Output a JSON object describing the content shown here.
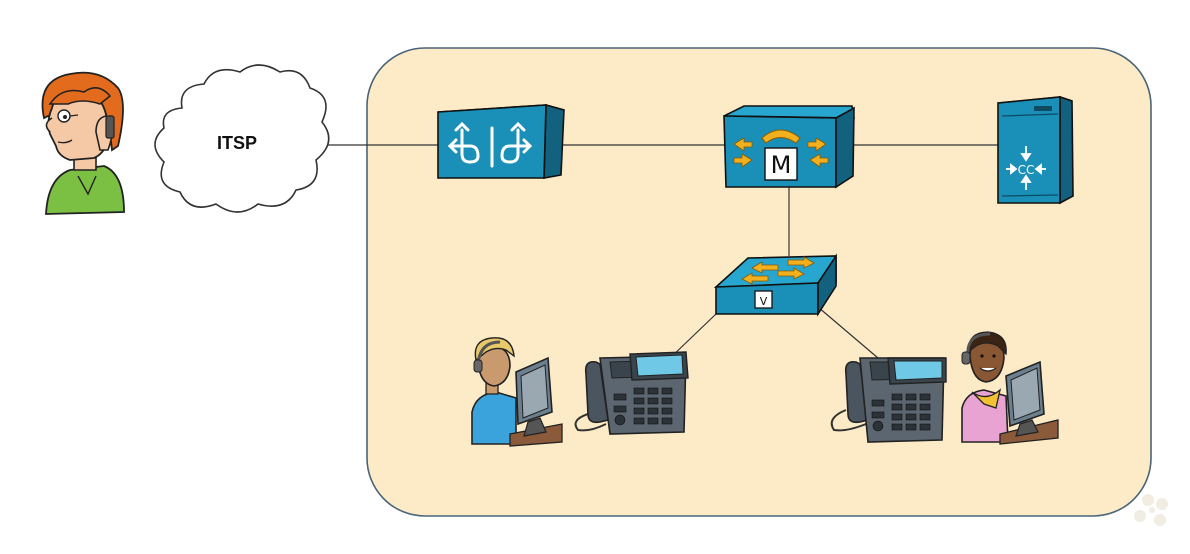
{
  "diagram": {
    "cloud_label": "ITSP",
    "switch_badge": "V",
    "cucm_badge": "M",
    "contact_center_badge": "CC"
  },
  "colors": {
    "zone_fill": "#fdebc8",
    "zone_border": "#4a6478",
    "device_blue": "#1a8fb7",
    "device_dark": "#12627f",
    "device_top": "#27a7cf",
    "arrow_orange": "#f2b01e",
    "link_line": "#333333"
  },
  "icons": [
    "caller-icon",
    "itsp-cloud-icon",
    "voice-gateway-icon",
    "call-manager-icon",
    "contact-center-server-icon",
    "voice-switch-icon",
    "agent-left-icon",
    "ip-phone-left-icon",
    "ip-phone-right-icon",
    "agent-right-icon",
    "watermark-dots-icon"
  ]
}
